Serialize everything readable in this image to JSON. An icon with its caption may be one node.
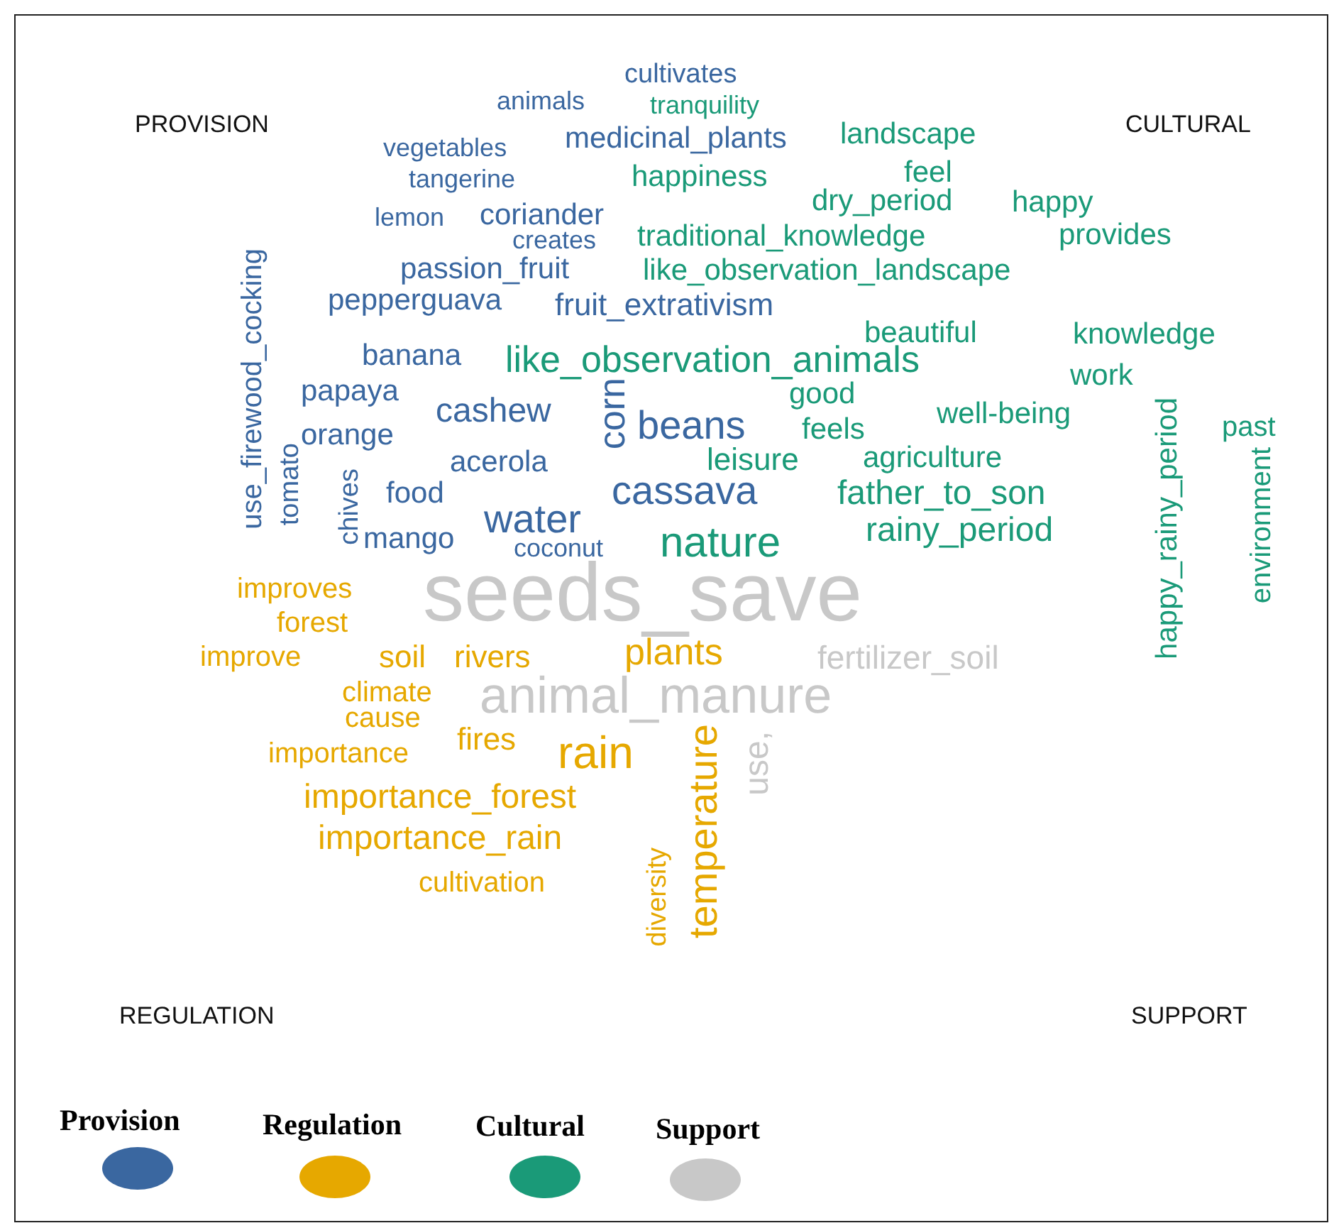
{
  "diagram": {
    "labels": [
      "PROVISION",
      "cultivates",
      "CULTURAL",
      "animals",
      "tranquility",
      "vegetables",
      "medicinal_plants",
      "landscape",
      "tangerine",
      "happiness",
      "feel",
      "lemon",
      "coriander",
      "dry_period",
      "happy",
      "creates",
      "traditional_knowledge",
      "provides",
      "passion_fruit",
      "like_observation_landscape",
      "use_firewood_cocking",
      "pepperguava",
      "fruit_extrativism",
      "beautiful",
      "knowledge",
      "banana",
      "like_observation_animals",
      "work",
      "papaya",
      "cashew",
      "corn",
      "good",
      "well-being",
      "orange",
      "beans",
      "feels",
      "past",
      "happy_rainy_period",
      "tomato",
      "acerola",
      "leisure",
      "agriculture",
      "environment",
      "chives",
      "food",
      "cassava",
      "father_to_son",
      "water",
      "mango",
      "coconut",
      "nature",
      "rainy_period",
      "seeds_save",
      "improves",
      "forest",
      "improve",
      "soil",
      "rivers",
      "plants",
      "fertilizer_soil",
      "climate",
      "animal_manure",
      "cause",
      "importance",
      "fires",
      "rain",
      "temperature",
      "use,",
      "importance_forest",
      "importance_rain",
      "cultivation",
      "diversity",
      "REGULATION",
      "SUPPORT"
    ],
    "legend": [
      {
        "text": "Provision",
        "color": "#3a67a0"
      },
      {
        "text": "Regulation",
        "color": "#e6a800"
      },
      {
        "text": "Cultural",
        "color": "#1a9a78"
      },
      {
        "text": "Support",
        "color": "#c8c8c8"
      }
    ]
  }
}
